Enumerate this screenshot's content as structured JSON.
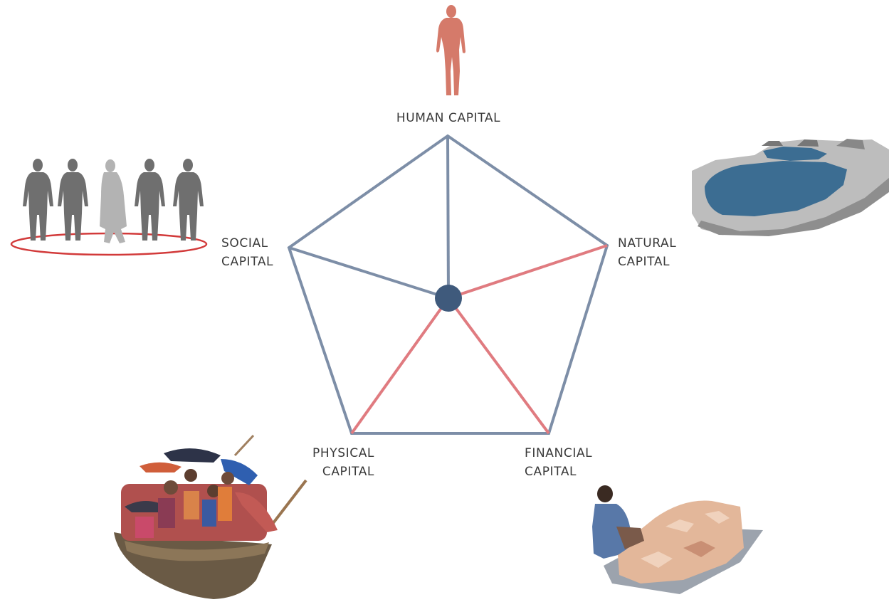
{
  "diagram": {
    "colors": {
      "pentagon": "#7d8ea7",
      "spoke_blue": "#7d8ea7",
      "spoke_red": "#e07b80",
      "hub": "#3f5a7c",
      "human_figure": "#d57a6a",
      "social_figures": "#6f6f6f",
      "social_figure_highlight": "#b3b3b3",
      "social_ring": "#d23a3a",
      "water": "#3c6d92"
    },
    "labels": {
      "human": {
        "line1": "HUMAN CAPITAL"
      },
      "natural": {
        "line1": "NATURAL",
        "line2": "CAPITAL"
      },
      "social": {
        "line1": "SOCIAL",
        "line2": "CAPITAL"
      },
      "physical": {
        "line1": "PHYSICAL",
        "line2": "CAPITAL"
      },
      "financial": {
        "line1": "FINANCIAL",
        "line2": "CAPITAL"
      }
    },
    "spokes": [
      {
        "name": "human",
        "state": "blue"
      },
      {
        "name": "natural",
        "state": "red"
      },
      {
        "name": "financial",
        "state": "red"
      },
      {
        "name": "physical",
        "state": "red"
      },
      {
        "name": "social",
        "state": "blue"
      }
    ],
    "icons": {
      "human": "person-silhouette-icon",
      "social": "group-of-people-icon",
      "natural": "pond-landscape-icon",
      "physical": "crowded-boat-icon",
      "financial": "market-vendor-icon"
    }
  }
}
